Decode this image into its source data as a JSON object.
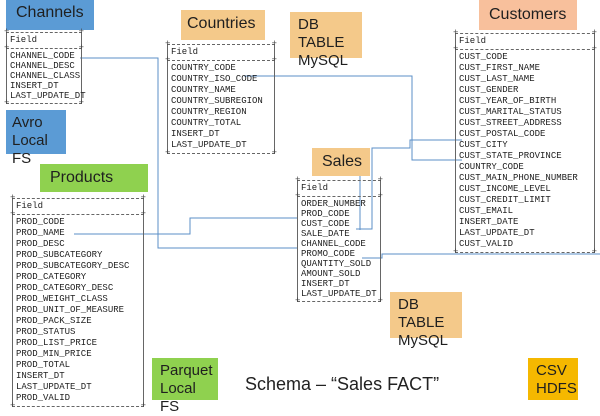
{
  "labels": {
    "channels": "Channels",
    "avro_line1": "Avro",
    "avro_line2": "Local FS",
    "countries": "Countries",
    "dbtable1_line1": "DB TABLE",
    "dbtable1_line2": "MySQL",
    "customers": "Customers",
    "products": "Products",
    "sales": "Sales",
    "dbtable2_line1": "DB TABLE",
    "dbtable2_line2": "MySQL",
    "parquet_line1": "Parquet",
    "parquet_line2": "Local FS",
    "csv_line1": "CSV",
    "csv_line2": "HDFS"
  },
  "title": "Schema – “Sales FACT”",
  "tables": {
    "channels": {
      "header": "Field",
      "fields": [
        "CHANNEL_CODE",
        "CHANNEL_DESC",
        "CHANNEL_CLASS",
        "INSERT_DT",
        "LAST_UPDATE_DT"
      ]
    },
    "countries": {
      "header": "Field",
      "fields": [
        "COUNTRY_CODE",
        "COUNTRY_ISO_CODE",
        "COUNTRY_NAME",
        "COUNTRY_SUBREGION",
        "COUNTRY_REGION",
        "COUNTRY_TOTAL",
        "INSERT_DT",
        "LAST_UPDATE_DT"
      ]
    },
    "customers": {
      "header": "Field",
      "fields": [
        "CUST_CODE",
        "CUST_FIRST_NAME",
        "CUST_LAST_NAME",
        "CUST_GENDER",
        "CUST_YEAR_OF_BIRTH",
        "CUST_MARITAL_STATUS",
        "CUST_STREET_ADDRESS",
        "CUST_POSTAL_CODE",
        "CUST_CITY",
        "CUST_STATE_PROVINCE",
        "COUNTRY_CODE",
        "CUST_MAIN_PHONE_NUMBER",
        "CUST_INCOME_LEVEL",
        "CUST_CREDIT_LIMIT",
        "CUST_EMAIL",
        "INSERT_DATE",
        "LAST_UPDATE_DT",
        "CUST_VALID"
      ]
    },
    "products": {
      "header": "Field",
      "fields": [
        "PROD_CODE",
        "PROD_NAME",
        "PROD_DESC",
        "PROD_SUBCATEGORY",
        "PROD_SUBCATEGORY_DESC",
        "PROD_CATEGORY",
        "PROD_CATEGORY_DESC",
        "PROD_WEIGHT_CLASS",
        "PROD_UNIT_OF_MEASURE",
        "PROD_PACK_SIZE",
        "PROD_STATUS",
        "PROD_LIST_PRICE",
        "PROD_MIN_PRICE",
        "PROD_TOTAL",
        "INSERT_DT",
        "LAST_UPDATE_DT",
        "PROD_VALID"
      ]
    },
    "sales": {
      "header": "Field",
      "fields": [
        "ORDER_NUMBER",
        "PROD_CODE",
        "CUST_CODE",
        "SALE_DATE",
        "CHANNEL_CODE",
        "PROMO_CODE",
        "QUANTITY_SOLD",
        "AMOUNT_SOLD",
        "INSERT_DT",
        "LAST_UPDATE_DT"
      ]
    }
  }
}
